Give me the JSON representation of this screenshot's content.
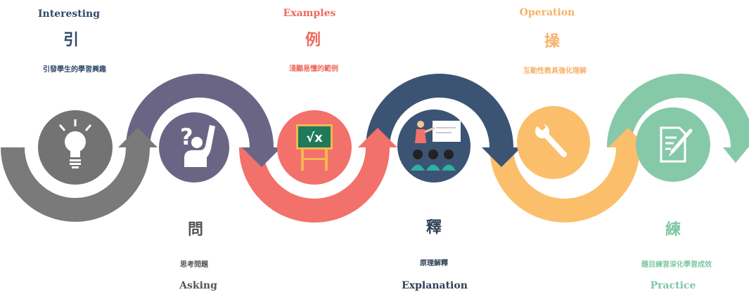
{
  "steps": [
    {
      "id": "interesting",
      "en": "Interesting",
      "zh": "引",
      "desc": "引發學生的學習興趣",
      "color": "#2f4a6a",
      "icon": "lightbulb-icon"
    },
    {
      "id": "asking",
      "en": "Asking",
      "zh": "問",
      "desc": "思考問題",
      "color": "#555555",
      "icon": "question-person-icon"
    },
    {
      "id": "examples",
      "en": "Examples",
      "zh": "例",
      "desc": "淺顯易懂的範例",
      "color": "#ee6a5d",
      "icon": "sqrt-easel-icon"
    },
    {
      "id": "explanation",
      "en": "Explanation",
      "zh": "釋",
      "desc": "原理解釋",
      "color": "#2f3f55",
      "icon": "presentation-icon"
    },
    {
      "id": "operation",
      "en": "Operation",
      "zh": "操",
      "desc": "互動性教具強化理解",
      "color": "#f7b26a",
      "icon": "wrench-icon"
    },
    {
      "id": "practice",
      "en": "Practice",
      "zh": "練",
      "desc": "題目練習深化學習成效",
      "color": "#7fc8a6",
      "icon": "edit-document-icon"
    }
  ],
  "colors": {
    "gray": "#7a7a7a",
    "purple": "#6b6585",
    "red": "#f2716a",
    "navy": "#3c5474",
    "orange": "#fbbf6b",
    "green": "#86c9a8"
  },
  "icon_text": {
    "sqrt": "√x"
  }
}
